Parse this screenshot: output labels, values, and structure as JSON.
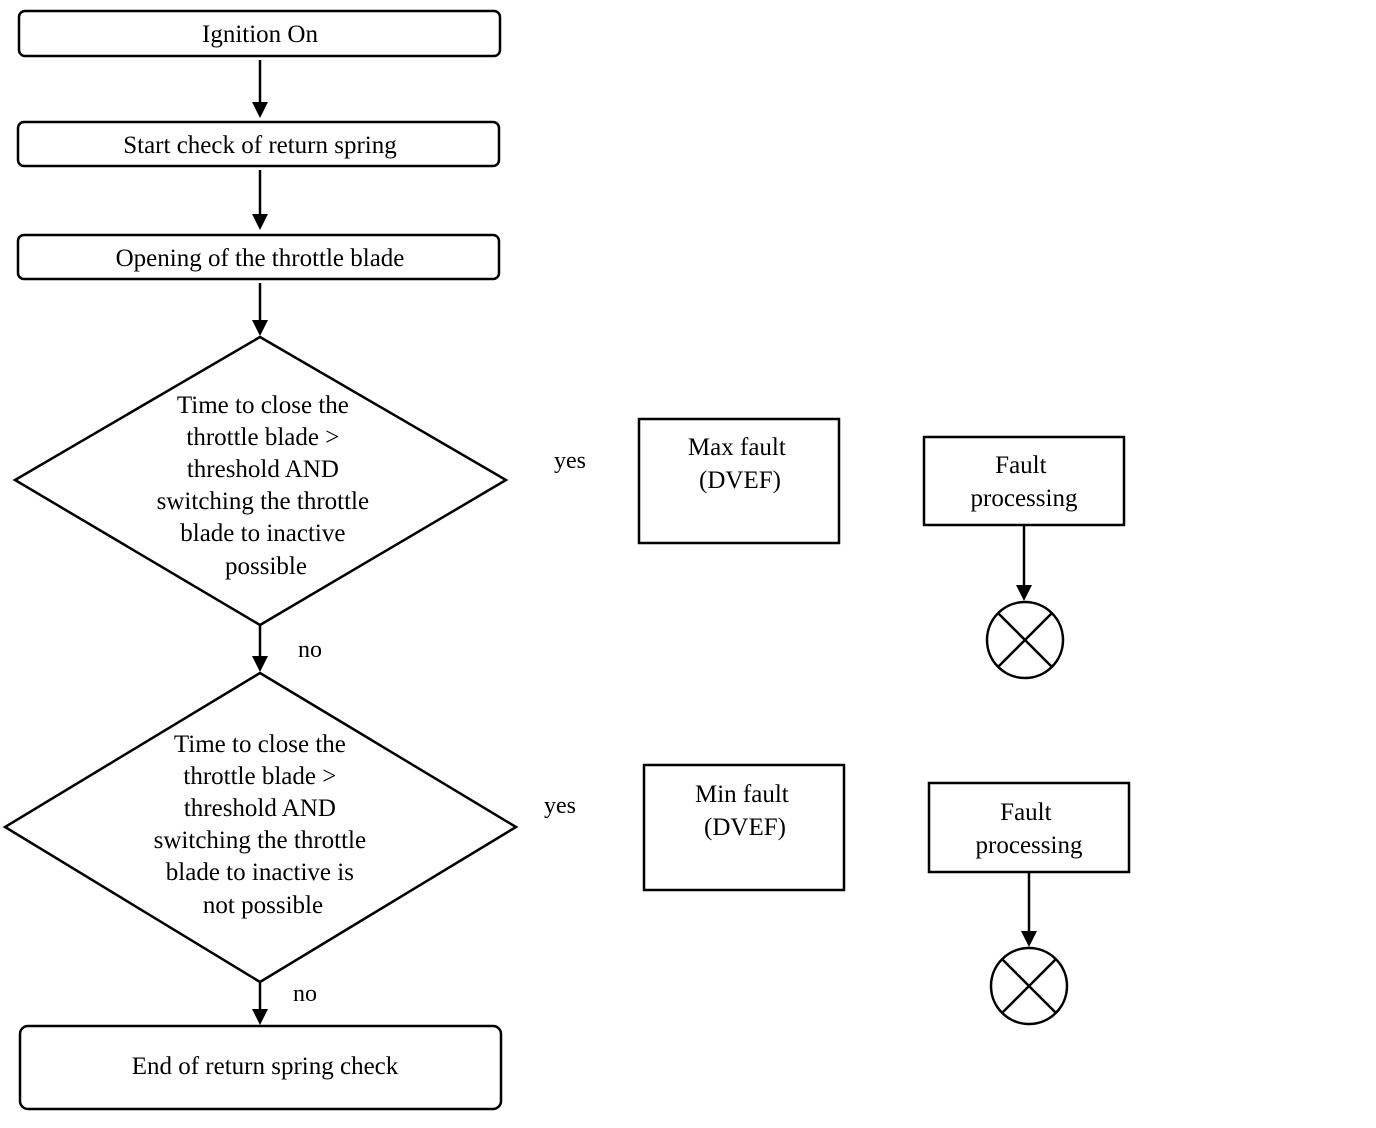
{
  "nodes": {
    "ignition_on": "Ignition On",
    "start_check": "Start check of return spring",
    "opening_blade": "Opening of the throttle blade",
    "decision_max": [
      "Time to close the",
      "throttle blade >",
      "threshold AND",
      "switching the throttle",
      "blade to inactive",
      "possible"
    ],
    "decision_min": [
      "Time to close the",
      "throttle blade >",
      "threshold AND",
      "switching the throttle",
      "blade to inactive is",
      "not possible"
    ],
    "max_fault": [
      "Max fault",
      "(DVEF)"
    ],
    "min_fault": [
      "Min fault",
      "(DVEF)"
    ],
    "fault_processing_1": [
      "Fault",
      "processing"
    ],
    "fault_processing_2": [
      "Fault",
      "processing"
    ],
    "end_check": "End of return spring check"
  },
  "edge_labels": {
    "yes_1": "yes",
    "no_1": "no",
    "yes_2": "yes",
    "no_2": "no"
  }
}
